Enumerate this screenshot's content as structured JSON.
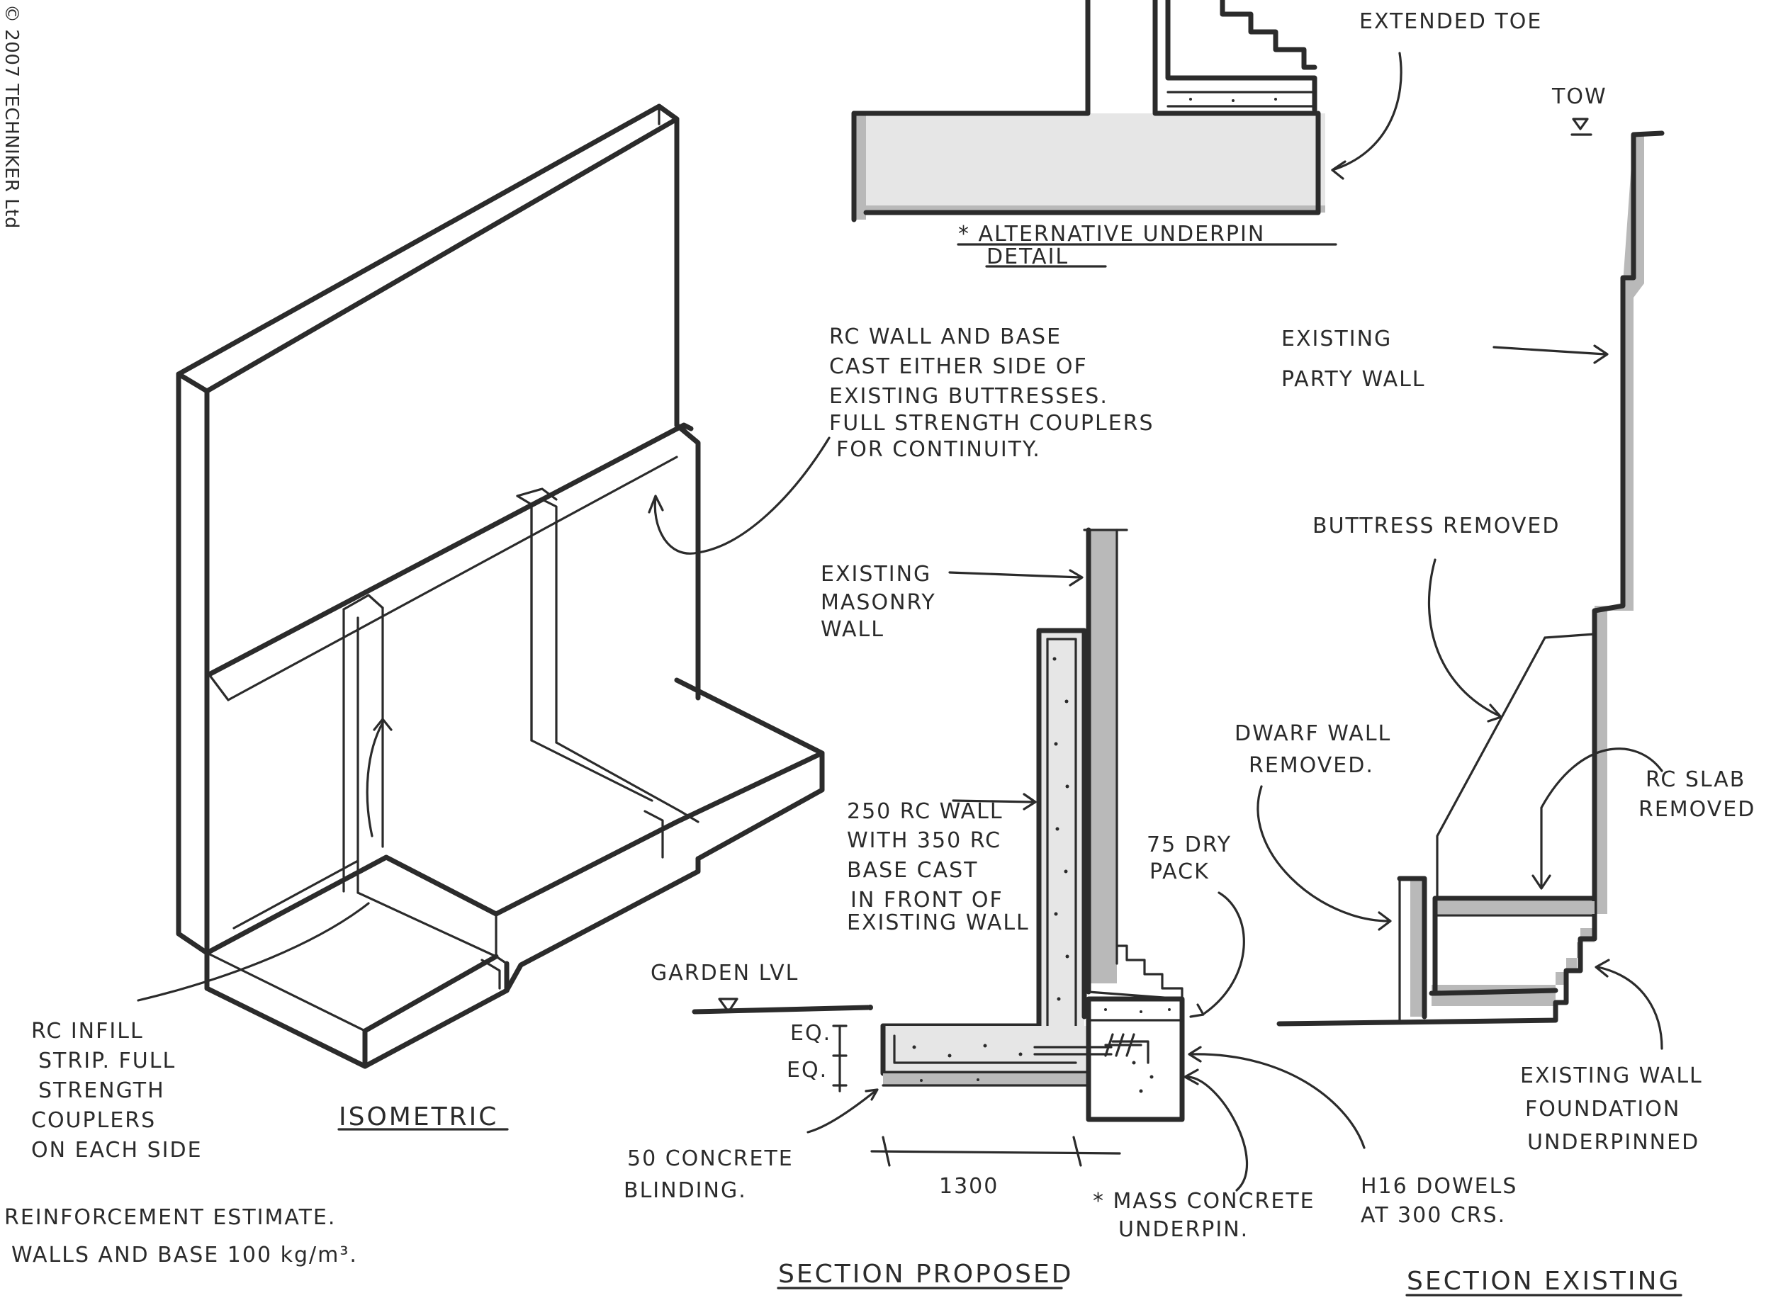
{
  "copyright": "© 2007 TECHNIKER Ltd",
  "isometric": {
    "title": "ISOMETRIC",
    "infill_note": [
      "RC INFILL",
      "STRIP. FULL",
      "STRENGTH",
      "COUPLERS",
      "ON EACH SIDE"
    ],
    "wall_note": [
      "RC WALL AND BASE",
      "CAST EITHER SIDE OF",
      "EXISTING BUTTRESSES.",
      "FULL STRENGTH COUPLERS",
      "FOR CONTINUITY."
    ]
  },
  "reinforcement": [
    "REINFORCEMENT ESTIMATE.",
    "WALLS AND BASE 100 kg/m³."
  ],
  "alternative_detail": {
    "extended_toe": "EXTENDED TOE",
    "caption": [
      "* ALTERNATIVE UNDERPIN",
      "DETAIL"
    ]
  },
  "section_proposed": {
    "title": "SECTION PROPOSED",
    "garden_lvl": "GARDEN LVL",
    "existing_masonry": [
      "EXISTING",
      "MASONRY",
      "WALL"
    ],
    "rc_wall": [
      "250 RC WALL",
      "WITH 350 RC",
      "BASE CAST",
      "IN FRONT OF",
      "EXISTING WALL"
    ],
    "dry_pack": [
      "75 DRY",
      "PACK"
    ],
    "eq1": "EQ.",
    "eq2": "EQ.",
    "blinding": [
      "50 CONCRETE",
      "BLINDING."
    ],
    "dimension": "1300",
    "mass_concrete": [
      "* MASS CONCRETE",
      "UNDERPIN."
    ],
    "dowels": [
      "H16 DOWELS",
      "AT 300 CRS."
    ]
  },
  "section_existing": {
    "title": "SECTION EXISTING",
    "tow": "TOW",
    "party_wall": [
      "EXISTING",
      "PARTY WALL"
    ],
    "buttress": "BUTTRESS REMOVED",
    "dwarf_wall": [
      "DWARF WALL",
      "REMOVED."
    ],
    "rc_slab": [
      "RC SLAB",
      "REMOVED"
    ],
    "foundation": [
      "EXISTING WALL",
      "FOUNDATION",
      "UNDERPINNED"
    ]
  }
}
